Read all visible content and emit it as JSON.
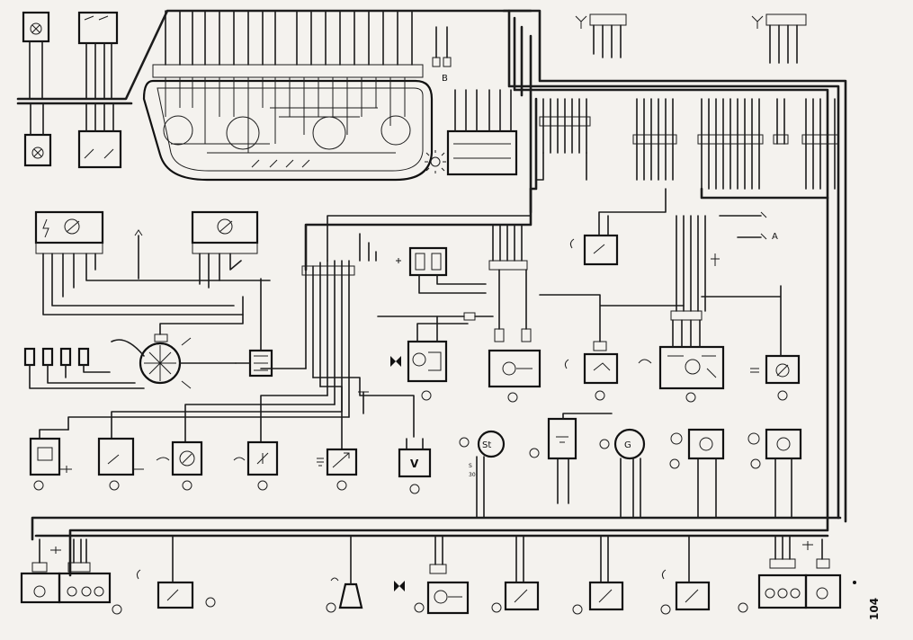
{
  "page": {
    "number": "104"
  },
  "labels": {
    "st": "St",
    "g": "G",
    "v": "V",
    "s_prefix": "S",
    "s_number": "30",
    "a": "A",
    "v_small": "B"
  },
  "colors": {
    "paper": "#f4f2ee",
    "ink": "#111111"
  },
  "icons": [
    "lamp-icon",
    "fan-icon",
    "antenna-icon",
    "ground-icon",
    "horn-icon",
    "wiper-icon",
    "light-icon"
  ]
}
